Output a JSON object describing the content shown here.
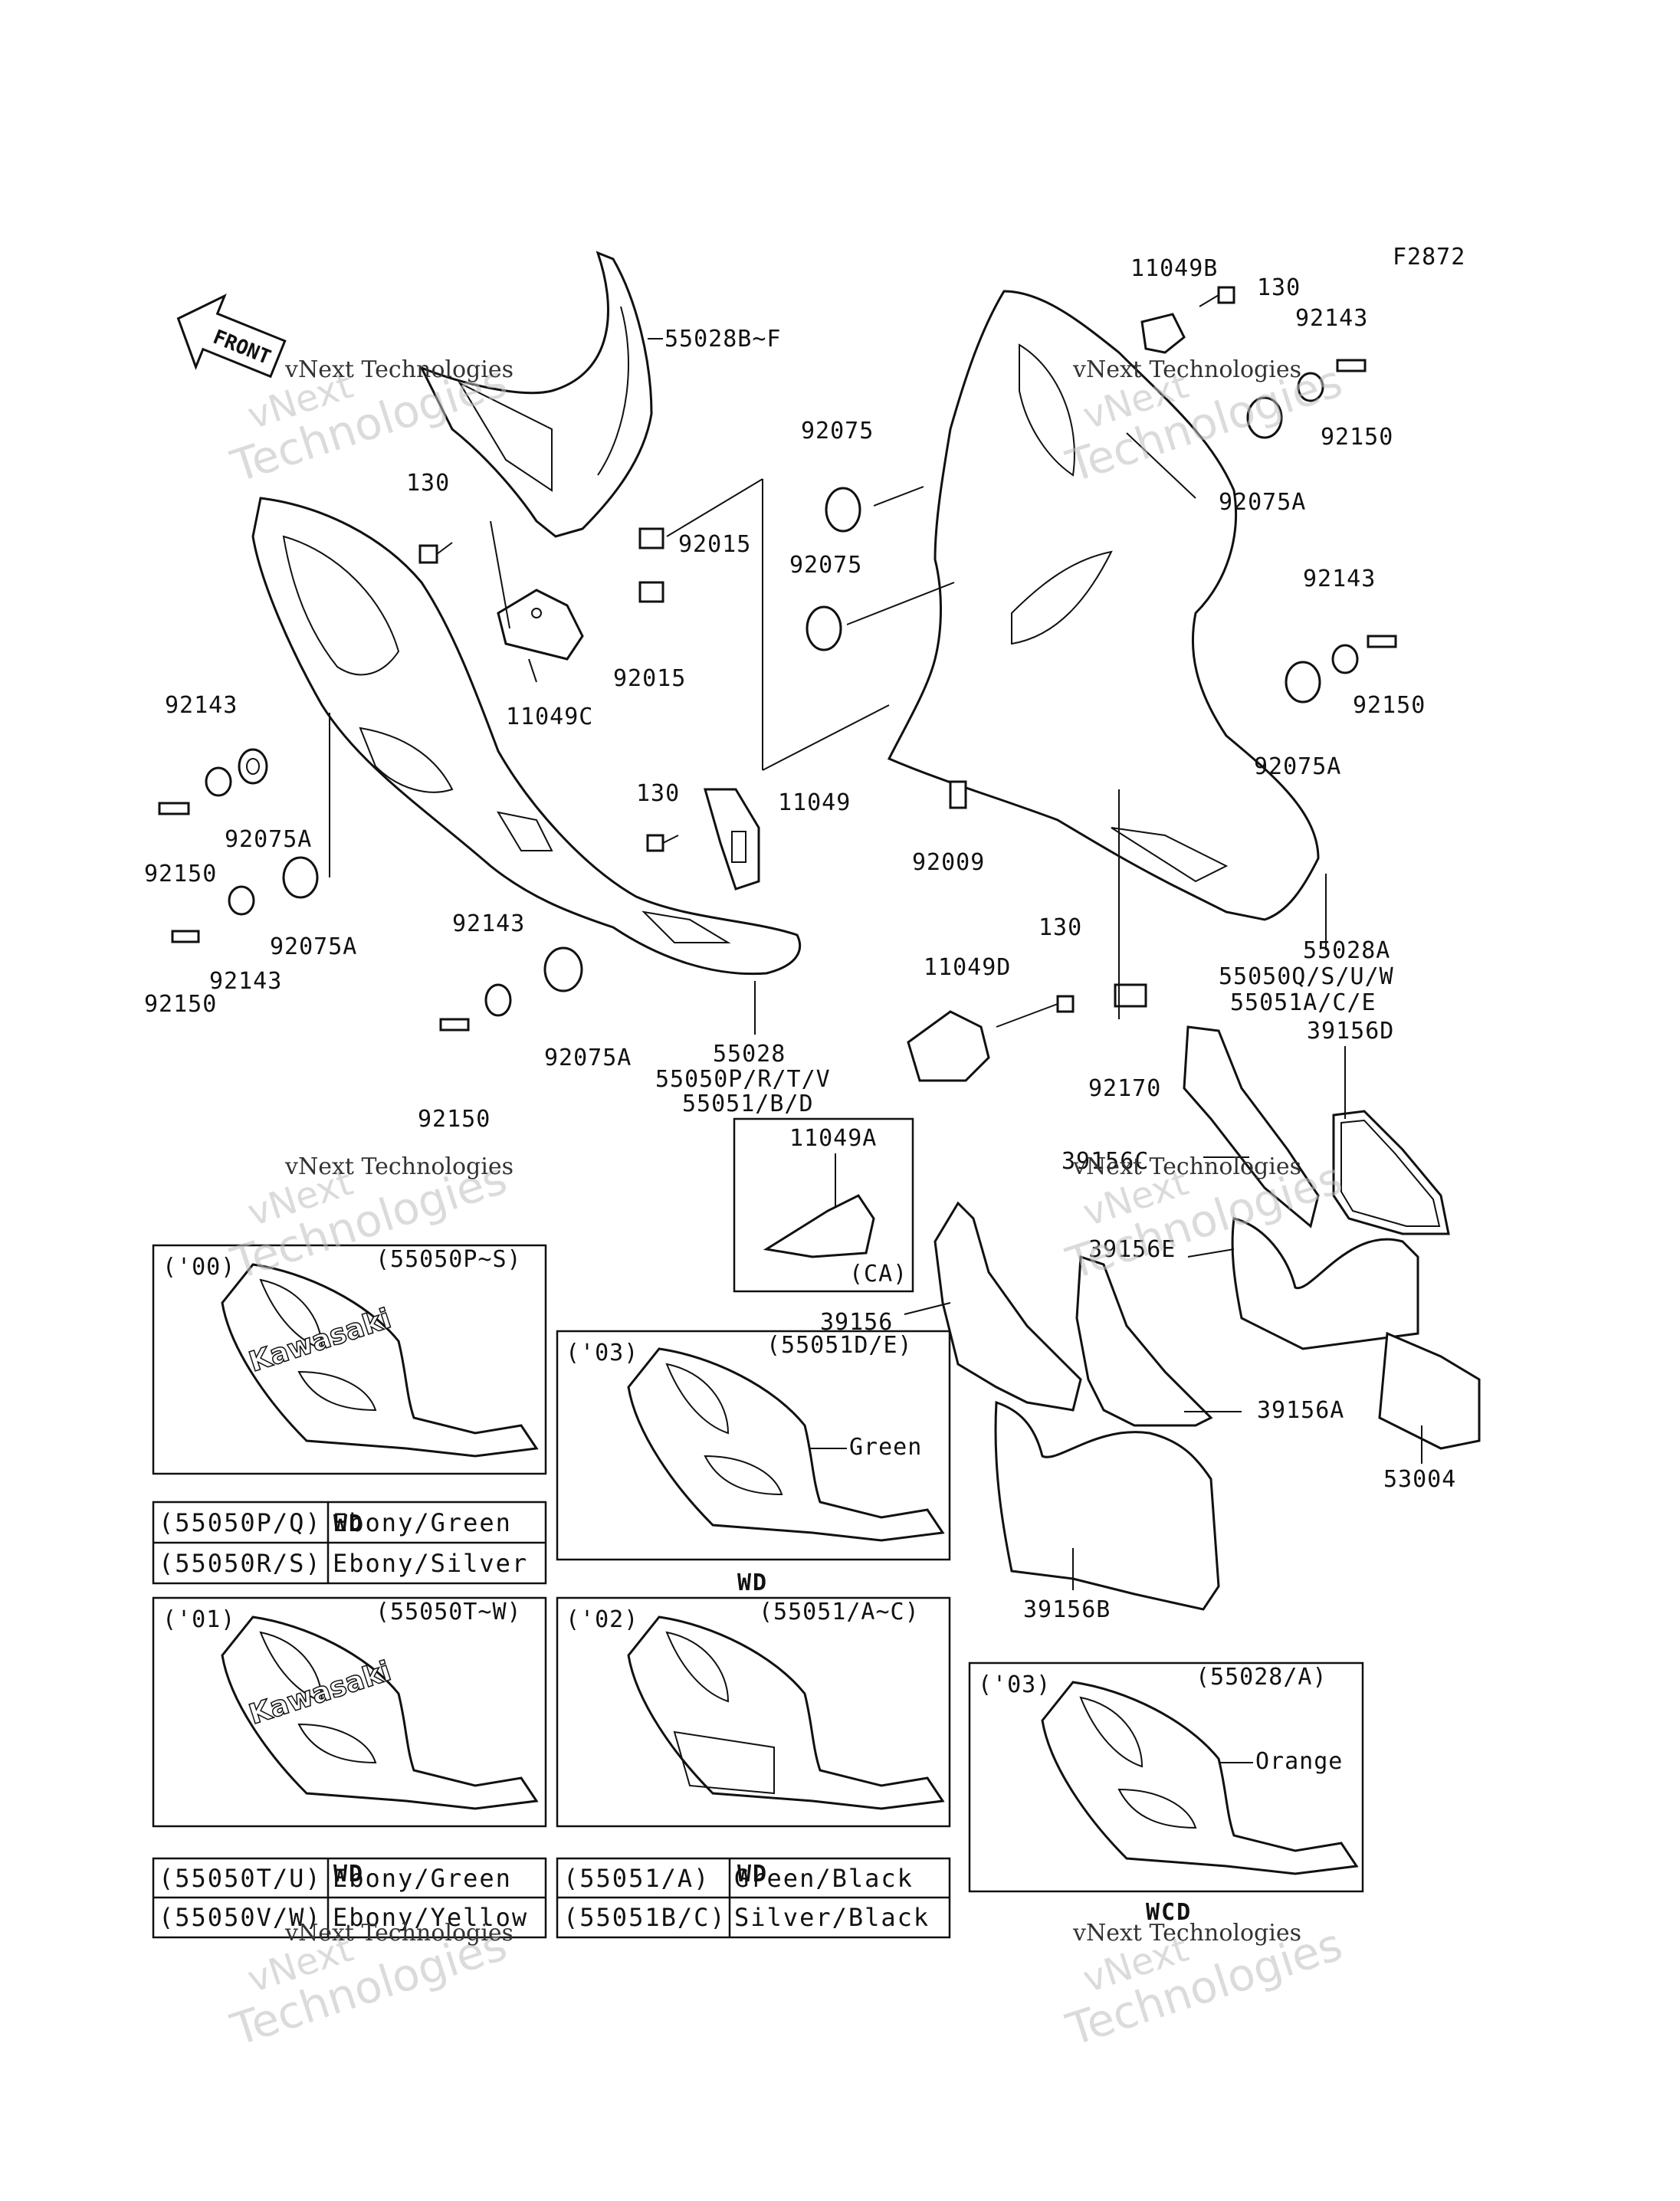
{
  "figure_id": "F2872",
  "front_label": "FRONT",
  "watermark": {
    "line1": "vNext",
    "line2": "Technologies",
    "small": "vNext Technologies"
  },
  "callouts": {
    "c55028BF": "55028B~F",
    "c11049B": "11049B",
    "c130_top": "130",
    "c92143_top": "92143",
    "c92150_top": "92150",
    "c92075_a": "92075",
    "c92075A_top": "92075A",
    "c130_left": "130",
    "c92015_a": "92015",
    "c92075_b": "92075",
    "c92143_r": "92143",
    "c11049C": "11049C",
    "c92015_b": "92015",
    "c92150_r": "92150",
    "c92075A_r": "92075A",
    "c92143_l": "92143",
    "c130_mid": "130",
    "c11049": "11049",
    "c92009": "92009",
    "c92075A_l": "92075A",
    "c92150_l": "92150",
    "c92150_l2": "92150",
    "c92143_l2": "92143",
    "c92075A_l2": "92075A",
    "c92143_c": "92143",
    "c130_d": "130",
    "c11049D": "11049D",
    "c55028A": "55028A",
    "c55050QSUW": "55050Q/S/U/W",
    "c55051ACE": "55051A/C/E",
    "c39156D": "39156D",
    "c92075A_c": "92075A",
    "c55028": "55028",
    "c55050PRTV": "55050P/R/T/V",
    "c55051BD": "55051/B/D",
    "c92170": "92170",
    "c92150_c": "92150",
    "c11049A": "11049A",
    "c39156C": "39156C",
    "c39156E": "39156E",
    "c39156": "39156",
    "c39156A": "39156A",
    "c53004": "53004",
    "c39156B": "39156B"
  },
  "ca_box": {
    "label": "(CA)"
  },
  "panels": {
    "p00": {
      "year": "('00)",
      "code": "(55050P~S)",
      "brand": "Kawasaki"
    },
    "p01": {
      "year": "('01)",
      "code": "(55050T~W)",
      "brand": "Kawasaki"
    },
    "p03": {
      "year": "('03)",
      "code": "(55051D/E)",
      "color_note": "Green"
    },
    "p02": {
      "year": "('02)",
      "code": "(55051/A~C)"
    },
    "p03b": {
      "year": "('03)",
      "code": "(55028/A)",
      "color_note": "Orange"
    }
  },
  "wd_labels": {
    "w1": "WD",
    "w2": "WD",
    "w3": "WD",
    "w4": "WD",
    "w5": "WCD"
  },
  "tables": {
    "t00": [
      {
        "code": "(55050P/Q)",
        "color": "Ebony/Green"
      },
      {
        "code": "(55050R/S)",
        "color": "Ebony/Silver"
      }
    ],
    "t01": [
      {
        "code": "(55050T/U)",
        "color": "Ebony/Green"
      },
      {
        "code": "(55050V/W)",
        "color": "Ebony/Yellow"
      }
    ],
    "t02": [
      {
        "code": "(55051/A)",
        "color": "Green/Black"
      },
      {
        "code": "(55051B/C)",
        "color": "Silver/Black"
      }
    ]
  }
}
